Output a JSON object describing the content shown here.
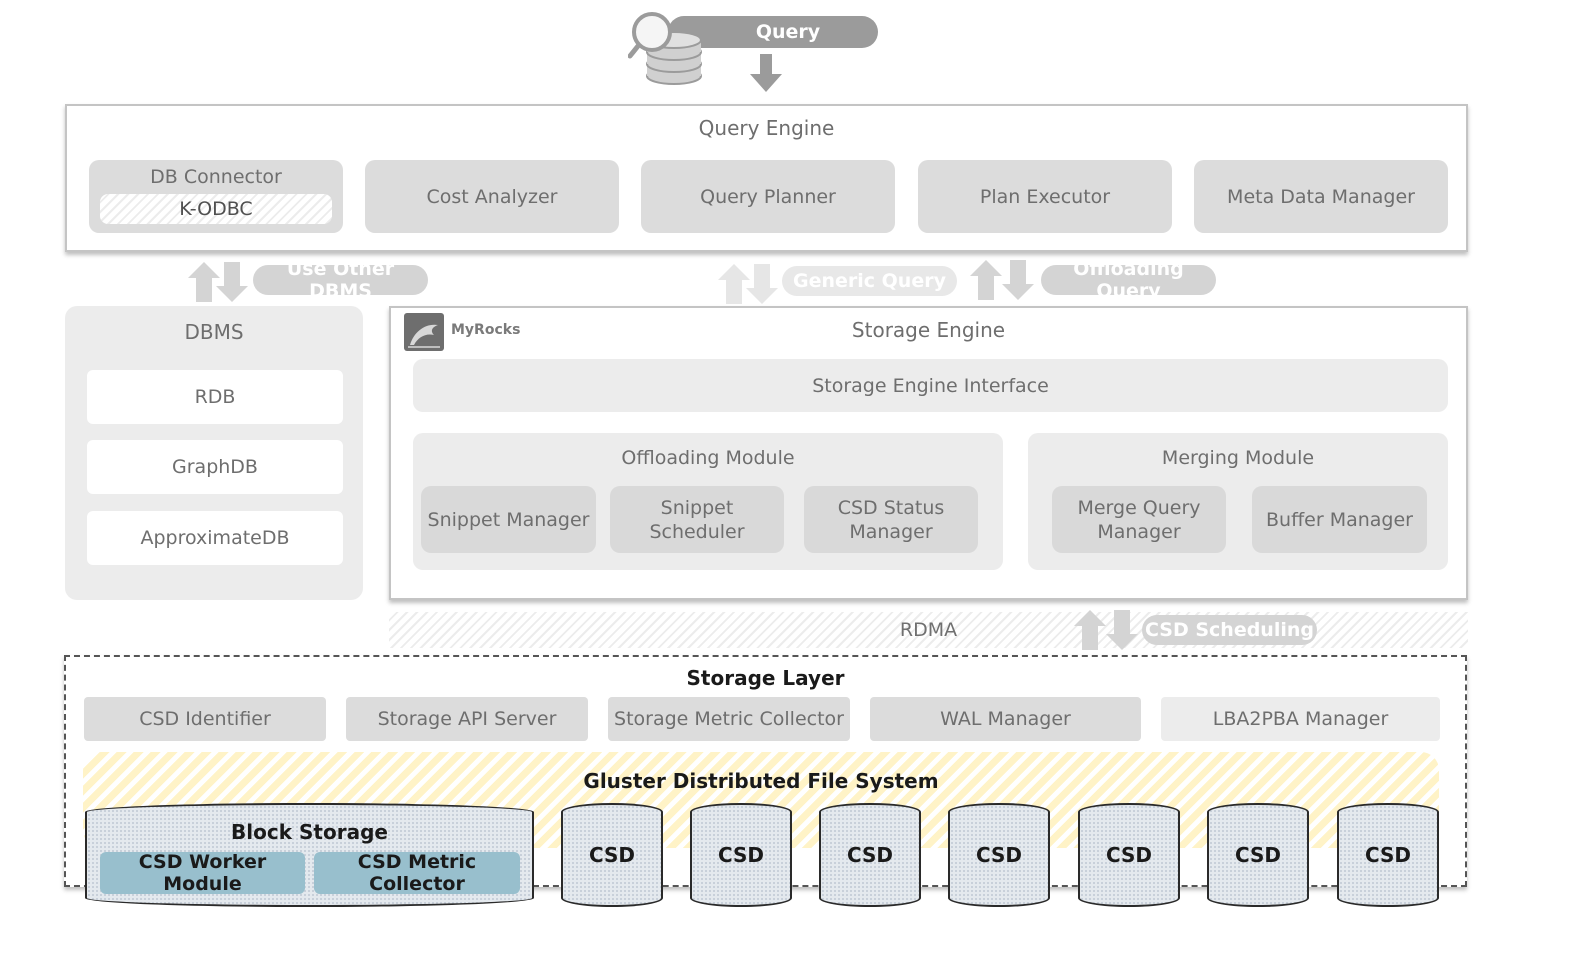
{
  "query": {
    "label": "Query"
  },
  "query_engine": {
    "title": "Query Engine",
    "db_connector": {
      "label": "DB Connector",
      "sub": "K-ODBC"
    },
    "modules": [
      "Cost Analyzer",
      "Query Planner",
      "Plan Executor",
      "Meta Data Manager"
    ]
  },
  "links": {
    "use_other_dbms": "Use Other DBMS",
    "generic_query": "Generic Query",
    "offloading_query": "Offloading Query",
    "rdma": "RDMA",
    "csd_scheduling": "CSD Scheduling"
  },
  "dbms": {
    "title": "DBMS",
    "items": [
      "RDB",
      "GraphDB",
      "ApproximateDB"
    ]
  },
  "storage_engine": {
    "title": "Storage Engine",
    "logo_text": "MyRocks",
    "interface": "Storage Engine Interface",
    "offloading": {
      "title": "Offloading Module",
      "items": [
        "Snippet Manager",
        "Snippet Scheduler",
        "CSD Status Manager"
      ]
    },
    "merging": {
      "title": "Merging Module",
      "items": [
        "Merge Query Manager",
        "Buffer Manager"
      ]
    }
  },
  "storage_layer": {
    "title": "Storage Layer",
    "modules": [
      "CSD Identifier",
      "Storage API Server",
      "Storage Metric Collector",
      "WAL Manager",
      "LBA2PBA Manager"
    ],
    "gluster": "Gluster Distributed File System",
    "block_storage": {
      "title": "Block Storage",
      "modules": [
        "CSD Worker Module",
        "CSD Metric Collector"
      ]
    },
    "csd_nodes": [
      "CSD",
      "CSD",
      "CSD",
      "CSD",
      "CSD",
      "CSD",
      "CSD"
    ]
  }
}
